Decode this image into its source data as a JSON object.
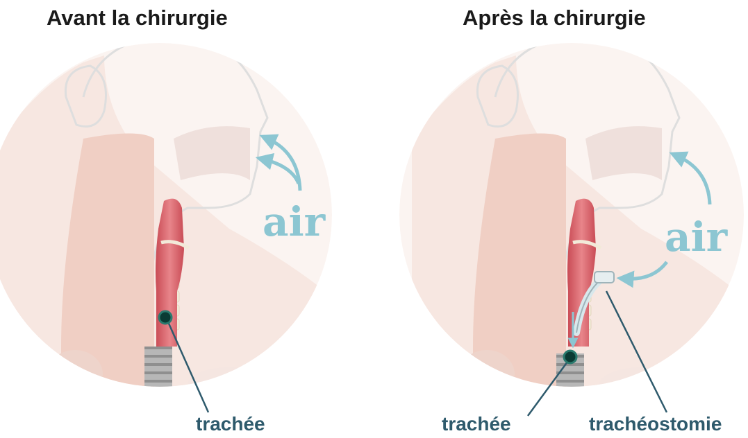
{
  "panels": {
    "before": {
      "title": "Avant la chirurgie",
      "air_label": "air",
      "trachea_label": "trachée"
    },
    "after": {
      "title": "Après la chirurgie",
      "air_label": "air",
      "trachea_label": "trachée",
      "tracheostomy_label": "trachéostomie"
    }
  },
  "colors": {
    "title": "#1a1a1a",
    "label": "#2e5a6c",
    "air_arrow": "#8cc6d2",
    "trachea": "#e0737a",
    "skin": "#f3d7ce",
    "head_outline": "#d9d9d9"
  }
}
